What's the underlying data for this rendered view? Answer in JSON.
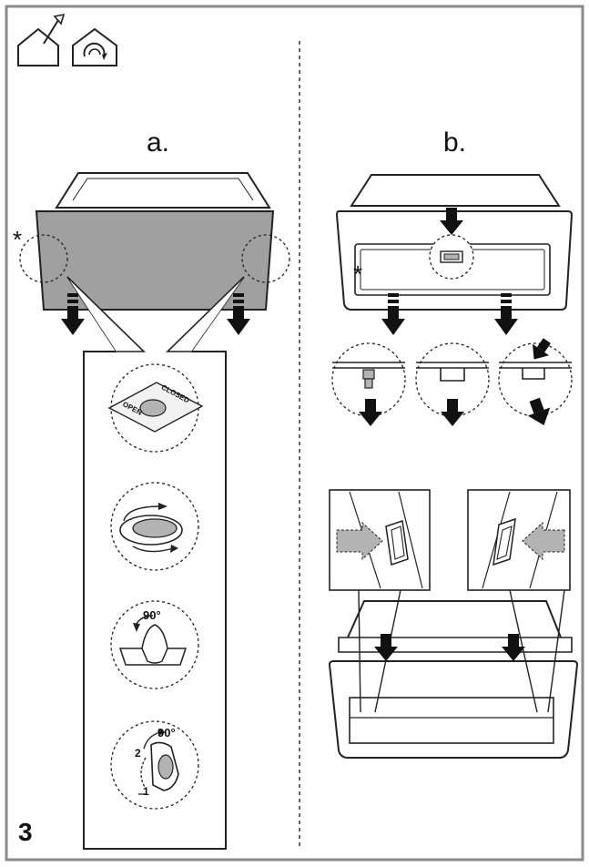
{
  "page": {
    "number": "3"
  },
  "header_icons": [
    {
      "icon": "house-exhaust-icon"
    },
    {
      "icon": "house-recirculation-icon"
    }
  ],
  "panel_a": {
    "label": "a.",
    "asterisk": "*",
    "details": [
      {
        "icon": "open-closed-knob-icon",
        "open_text": "OPEN",
        "closed_text": "CLOSED"
      },
      {
        "icon": "rotate-ring-icon"
      },
      {
        "icon": "rotate-clip-icon",
        "angle_text": "90°"
      },
      {
        "icon": "two-step-latch-icon",
        "angle_text": "90°",
        "step1": "1",
        "step2": "2"
      }
    ]
  },
  "panel_b": {
    "label": "b.",
    "asterisk": "*",
    "details": [
      {
        "icon": "push-pin-icon"
      },
      {
        "icon": "bracket-clip-icon"
      },
      {
        "icon": "press-clip-icon"
      }
    ],
    "side_details": [
      {
        "icon": "left-side-latch-icon"
      },
      {
        "icon": "right-side-latch-icon"
      }
    ]
  },
  "colors": {
    "panel_fill": "#a0a0a0",
    "accent_grey": "#b3b3b3",
    "line": "#222222",
    "frame": "#8a8a8a"
  }
}
